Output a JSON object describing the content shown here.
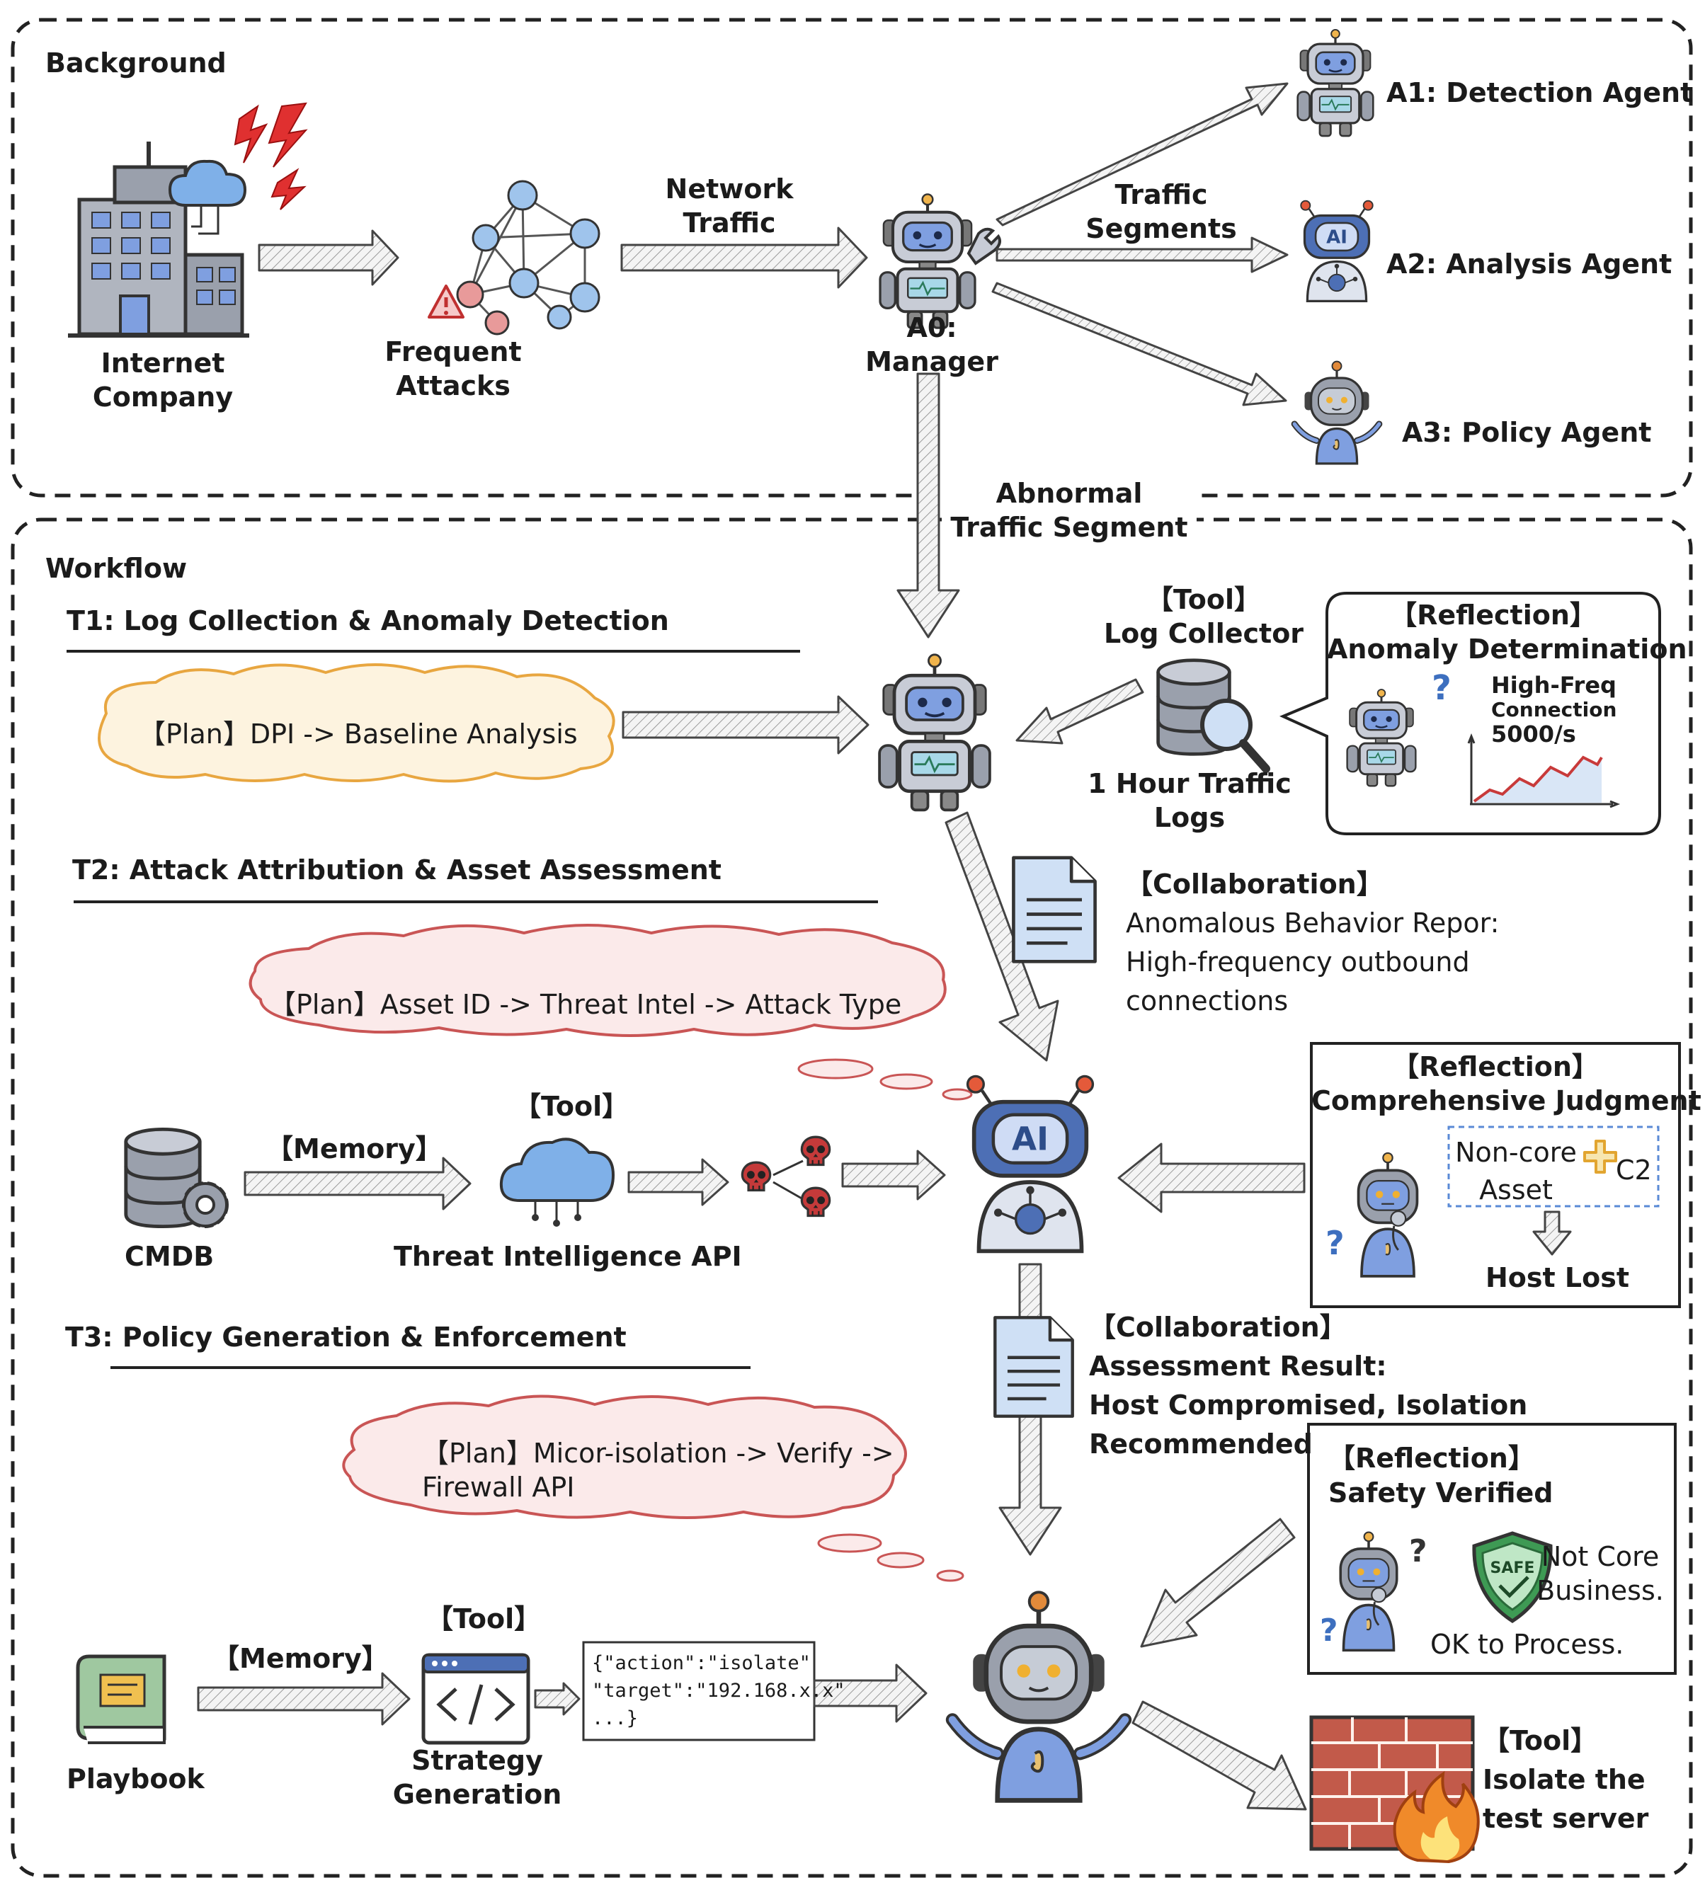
{
  "sections": {
    "background": "Background",
    "workflow": "Workflow"
  },
  "background": {
    "company": [
      "Internet",
      "Company"
    ],
    "attacks": [
      "Frequent",
      "Attacks"
    ],
    "network_traffic": [
      "Network",
      "Traffic"
    ],
    "manager": [
      "A0:",
      "Manager"
    ],
    "segments": [
      "Traffic",
      "Segments"
    ],
    "agents": {
      "a1": "A1: Detection Agent",
      "a2": "A2: Analysis Agent",
      "a3": "A3: Policy Agent"
    },
    "abnormal": [
      "Abnormal",
      "Traffic Segment"
    ]
  },
  "t1": {
    "title": "T1: Log Collection & Anomaly Detection",
    "plan": "【Plan】DPI -> Baseline Analysis",
    "tool_tag": "【Tool】",
    "tool_name": "Log Collector",
    "logs": [
      "1 Hour Traffic",
      "Logs"
    ],
    "reflection_tag": "【Reflection】",
    "reflection_title": "Anomaly Determination",
    "chart_label": [
      "High-Freq",
      "Connection",
      "5000/s"
    ]
  },
  "t2": {
    "title": "T2: Attack Attribution & Asset Assessment",
    "collab_tag": "【Collaboration】",
    "collab_lines": [
      "Anomalous Behavior Repor:",
      "High-frequency outbound",
      "connections"
    ],
    "plan": "【Plan】Asset ID -> Threat Intel -> Attack Type",
    "tool_tag": "【Tool】",
    "memory_tag": "【Memory】",
    "cmdb": "CMDB",
    "api": "Threat Intelligence API",
    "reflection_tag": "【Reflection】",
    "reflection_title": "Comprehensive Judgment",
    "asset": [
      "Non-core",
      "Asset"
    ],
    "c2": "C2",
    "host_lost": "Host Lost"
  },
  "t3": {
    "title": "T3: Policy Generation & Enforcement",
    "collab_tag": "【Collaboration】",
    "collab_lines": [
      "Assessment Result:",
      "Host Compromised, Isolation",
      "Recommended"
    ],
    "plan_lines": [
      "【Plan】Micor-isolation -> Verify ->",
      "Firewall API"
    ],
    "memory_tag": "【Memory】",
    "playbook": "Playbook",
    "tool_tag": "【Tool】",
    "strategy": [
      "Strategy",
      "Generation"
    ],
    "json_lines": [
      "{\"action\":\"isolate\"",
      "\"target\":\"192.168.x.x\"",
      "...}"
    ],
    "reflection_tag": "【Reflection】",
    "reflection_title": "Safety Verified",
    "shield_text": "SAFE",
    "safety_lines": [
      "Not Core",
      "Business.",
      "OK to Process."
    ],
    "final_tool_tag": "【Tool】",
    "final_tool_lines": [
      "Isolate the",
      "test server"
    ]
  },
  "colors": {
    "robot_body": "#c8ccd6",
    "robot_face": "#7f9fe0",
    "ai_head": "#4d6fb5",
    "plan_orange": "#e8a640",
    "plan_red": "#c95555",
    "skull_red": "#c53a3a",
    "doc_blue": "#cfe0f5",
    "brick": "#c25a4a",
    "shield_green": "#3e9a54"
  }
}
